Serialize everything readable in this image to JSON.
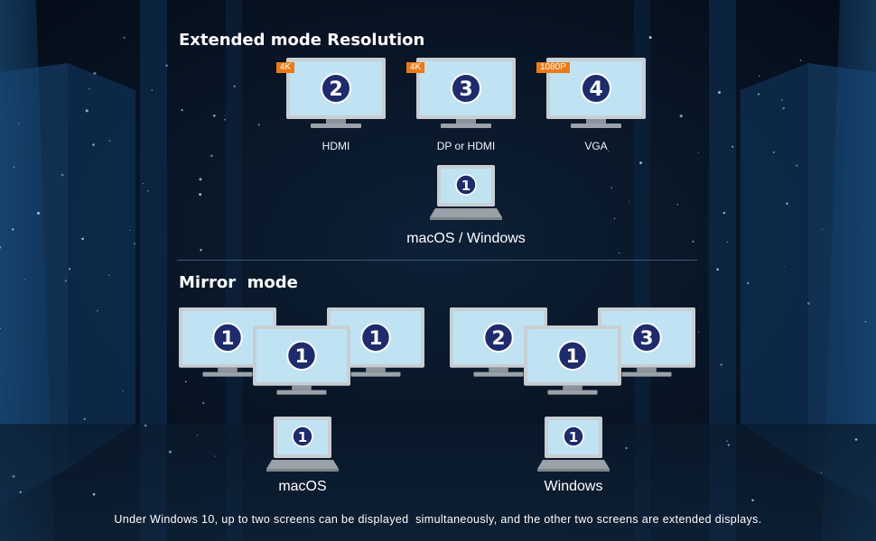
{
  "extended": {
    "title": "Extended mode Resolution",
    "monitors": [
      {
        "number": "2",
        "badge": "4K",
        "port": "HDMI"
      },
      {
        "number": "3",
        "badge": "4K",
        "port": "DP or HDMI"
      },
      {
        "number": "4",
        "badge": "1080P",
        "port": "VGA"
      }
    ],
    "laptop": {
      "number": "1",
      "label": "macOS / Windows"
    }
  },
  "mirror": {
    "title": "Mirror  mode",
    "macos": {
      "monitor_numbers": [
        "1",
        "1",
        "1"
      ],
      "laptop_number": "1",
      "label": "macOS"
    },
    "windows": {
      "monitor_numbers": [
        "2",
        "1",
        "3"
      ],
      "laptop_number": "1",
      "label": "Windows"
    }
  },
  "footnote": "Under Windows 10, up to two screens can be displayed  simultaneously, and the other two screens are extended displays.",
  "colors": {
    "screen": "#bfe3f3",
    "bezel": "#c9ced3",
    "badge": "#ee7a14",
    "number_circle": "#1e2b6e"
  }
}
